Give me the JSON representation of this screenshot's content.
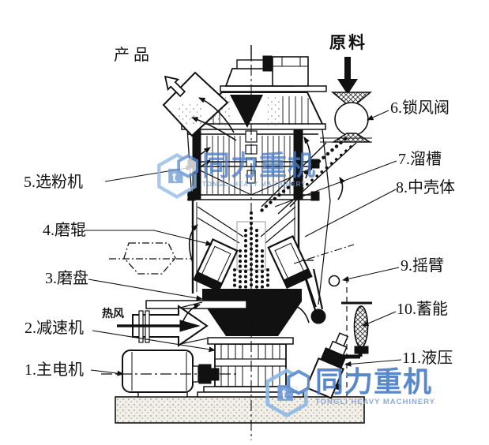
{
  "watermark": {
    "cn": "同力重机",
    "en": "TONGLI HEAVY MACHINERY",
    "logo_letter": "t",
    "color_cn": "#4d7ec8",
    "color_en": "#7fa3d8",
    "color_logo": "#8fb9e6"
  },
  "flow_labels": {
    "product": "产品",
    "raw_material": "原料",
    "hot_air": "热风"
  },
  "parts": [
    {
      "label": "1.主电机"
    },
    {
      "label": "2.减速机"
    },
    {
      "label": "3.磨盘"
    },
    {
      "label": "4.磨辊"
    },
    {
      "label": "5.选粉机"
    },
    {
      "label": "6.锁风阀"
    },
    {
      "label": "7.溜槽"
    },
    {
      "label": "8.中壳体"
    },
    {
      "label": "9.摇臂"
    },
    {
      "label": "10.蓄能"
    },
    {
      "label": "11.液压"
    }
  ]
}
